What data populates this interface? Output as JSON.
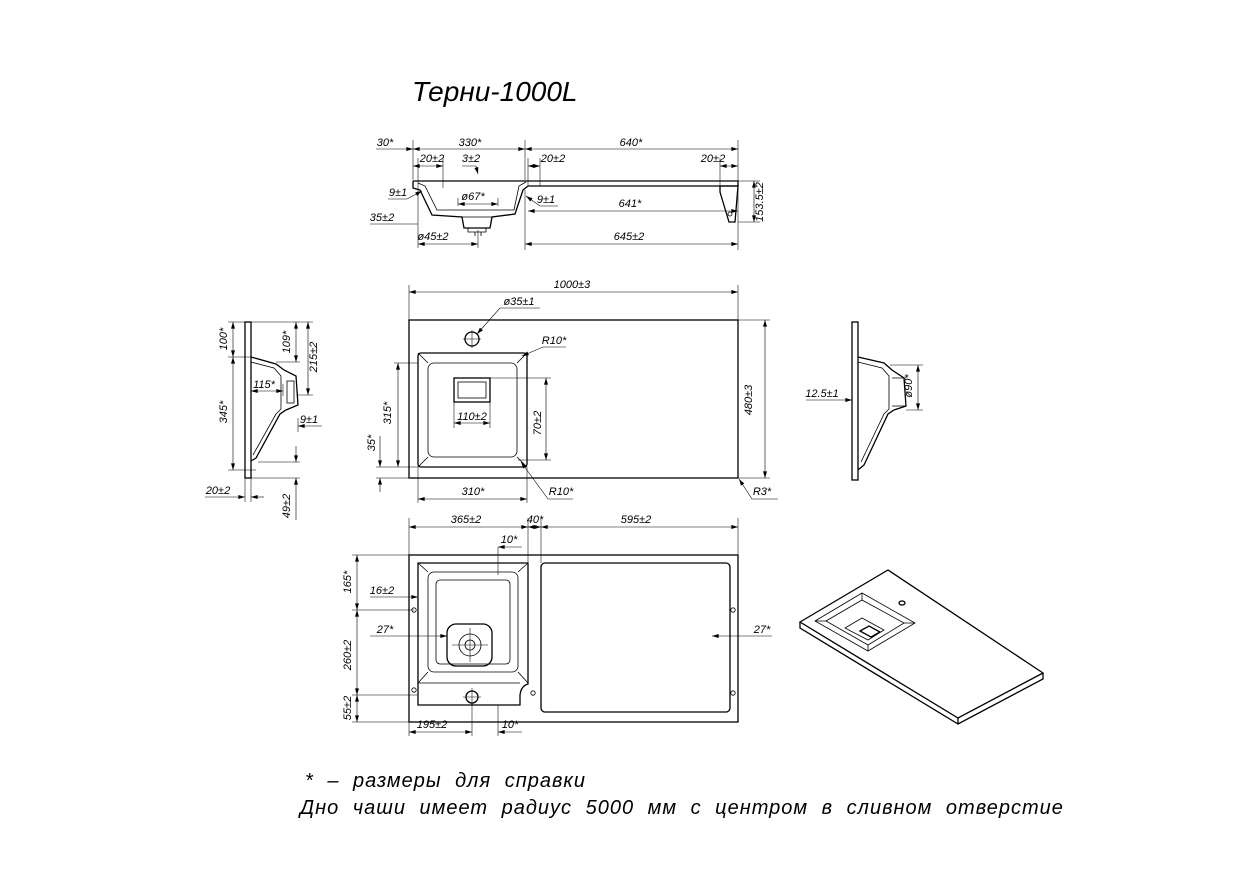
{
  "title": "Терни-1000L",
  "section_view": {
    "ref_30": "30*",
    "ref_330": "330*",
    "ref_640": "640*",
    "rim_left": "20±2",
    "gap_3": "3±2",
    "rim_mid": "20±2",
    "rim_right": "20±2",
    "wall_left": "9±1",
    "drain_67": "ø67*",
    "wall_right": "9±1",
    "ref_641": "641*",
    "height_153": "153.5±2",
    "depth_35": "35±2",
    "drain_45": "ø45±2",
    "length_645": "645±2"
  },
  "plan_view": {
    "length_1000": "1000±3",
    "tap_hole_35": "ø35±1",
    "radius_top": "R10*",
    "bowl_315": "315*",
    "drain_110": "110±2",
    "drain_70": "70±2",
    "width_480": "480±3",
    "offset_35": "35*",
    "bowl_310": "310*",
    "radius_bottom": "R10*",
    "corner_r3": "R3*"
  },
  "left_side_view": {
    "ref_100": "100*",
    "ref_109": "109*",
    "dist_215": "215±2",
    "ref_115": "115*",
    "ref_345": "345*",
    "wall_9": "9±1",
    "rim_20": "20±2",
    "offset_49": "49±2"
  },
  "right_side_view": {
    "drain_90": "ø90*",
    "thickness_12_5": "12.5±1"
  },
  "bottom_view": {
    "width_365": "365±2",
    "gap_40": "40*",
    "width_595": "595±2",
    "wall_top_10": "10*",
    "ref_165": "165*",
    "edge_16": "16±2",
    "inset_left_27": "27*",
    "inset_right_27": "27*",
    "dist_260": "260±2",
    "dist_55": "55±2",
    "dist_195": "195±2",
    "wall_bottom_10": "10*"
  },
  "notes": {
    "reference_note": "* – размеры для справки",
    "bowl_note": "Дно чаши имеет радиус 5000 мм с центром в сливном отверстие"
  }
}
